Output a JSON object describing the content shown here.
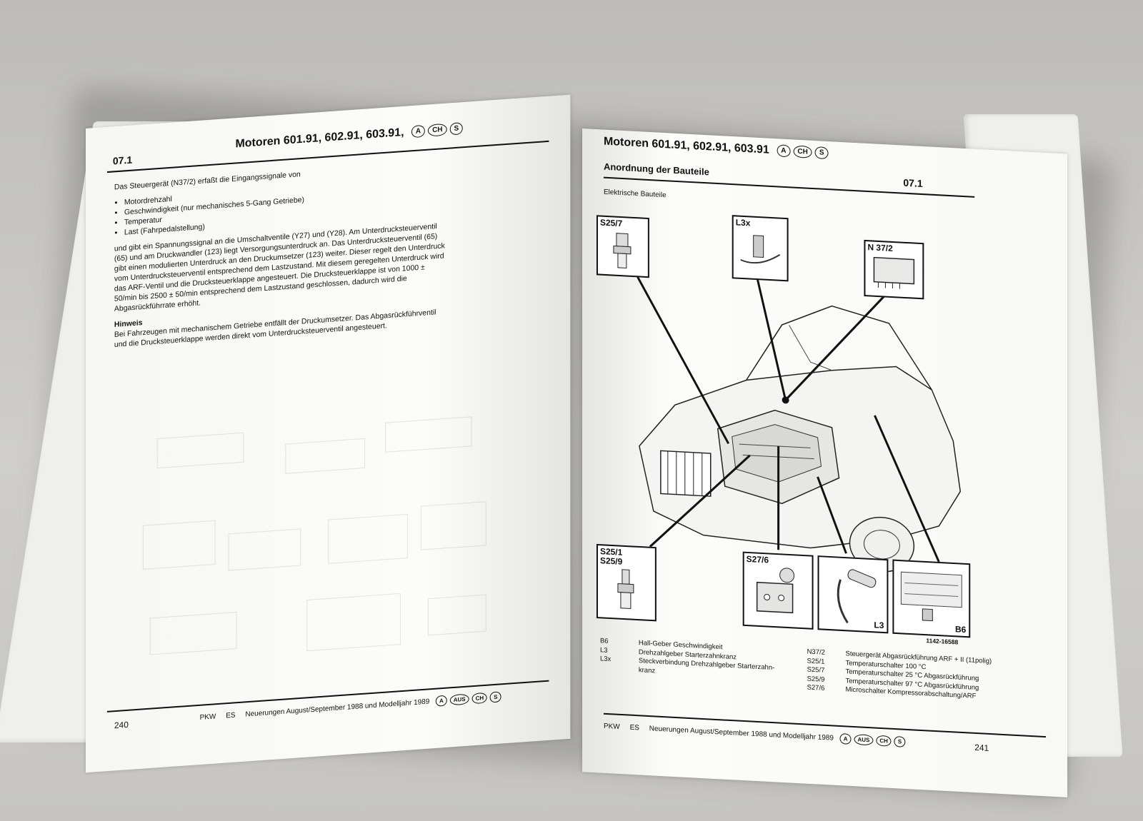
{
  "left_page": {
    "header_title": "Motoren 601.91, 602.91, 603.91,",
    "header_badges": [
      "A",
      "CH",
      "S"
    ],
    "section_number": "07.1",
    "intro": "Das Steuergerät (N37/2) erfaßt die Eingangssignale von",
    "bullets": [
      "Motordrehzahl",
      "Geschwindigkeit (nur mechanisches 5-Gang Getriebe)",
      "Temperatur",
      "Last (Fahrpedalstellung)"
    ],
    "paragraph": "und gibt ein Spannungssignal an die Umschaltventile (Y27) und (Y28). Am Unterdrucksteuerventil (65) und am Druckwandler (123) liegt Versorgungsunterdruck an. Das Unterdrucksteuerventil (65) gibt einen modulierten Unterdruck an den Druckumsetzer (123) weiter. Dieser regelt den Unterdruck vom Unterdrucksteuerventil entsprechend dem Lastzustand. Mit diesem geregelten Unterdruck wird das ARF-Ventil und die Drucksteuerklappe angesteuert. Die Drucksteuerklappe ist von 1000 ± 50/min bis 2500 ± 50/min entsprechend dem Lastzustand geschlossen, dadurch wird die Abgasrückführrate erhöht.",
    "hinweis_title": "Hinweis",
    "hinweis_text": "Bei Fahrzeugen mit mechanischem Getriebe entfällt der Druckumsetzer. Das Abgasrückführventil und die Drucksteuerklappe werden direkt vom Unterdrucksteuerventil angesteuert.",
    "page_number": "240",
    "footer": {
      "pkw": "PKW",
      "es": "ES",
      "text": "Neuerungen August/September 1988 und Modelljahr 1989",
      "badges": [
        "A",
        "AUS",
        "CH",
        "S"
      ]
    }
  },
  "right_page": {
    "header_title": "Motoren 601.91, 602.91, 603.91",
    "header_badges": [
      "A",
      "CH",
      "S"
    ],
    "section_number": "07.1",
    "heading": "Anordnung der Bauteile",
    "subheading": "Elektrische Bauteile",
    "callouts": {
      "s25_7": "S25/7",
      "l3x": "L3x",
      "n37_2": "N 37/2",
      "s25_1_9": [
        "S25/1",
        "S25/9"
      ],
      "s27_6": "S27/6",
      "l3": "L3",
      "b6": "B6"
    },
    "figure_number": "1142-16588",
    "legend_left": [
      {
        "code": "B6",
        "text": "Hall-Geber Geschwindigkeit"
      },
      {
        "code": "L3",
        "text": "Drehzahlgeber Starterzahnkranz"
      },
      {
        "code": "L3x",
        "text": "Steckverbindung Drehzahlgeber Starterzahn-"
      },
      {
        "code": "",
        "text": "kranz"
      }
    ],
    "legend_right": [
      {
        "code": "N37/2",
        "text": "Steuergerät Abgasrückführung ARF + II (11polig)"
      },
      {
        "code": "S25/1",
        "text": "Temperaturschalter 100 °C"
      },
      {
        "code": "S25/7",
        "text": "Temperaturschalter 25 °C Abgasrückführung"
      },
      {
        "code": "S25/9",
        "text": "Temperaturschalter 97 °C Abgasrückführung"
      },
      {
        "code": "S27/6",
        "text": "Microschalter Kompressorabschaltung/ARF"
      }
    ],
    "page_number": "241",
    "footer": {
      "pkw": "PKW",
      "es": "ES",
      "text": "Neuerungen August/September 1988 und Modelljahr 1989",
      "badges": [
        "A",
        "AUS",
        "CH",
        "S"
      ]
    }
  }
}
